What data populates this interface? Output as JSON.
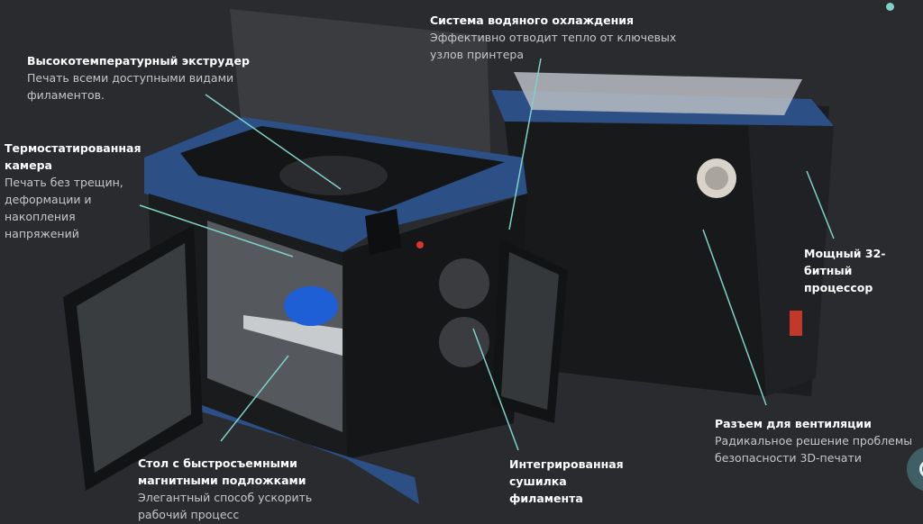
{
  "callouts": [
    {
      "title": "Высокотемпературный экструдер",
      "desc": [
        "Печать всеми доступными видами",
        "филаментов."
      ]
    },
    {
      "title": "Термостатированная",
      "title2": "камера",
      "desc": [
        "Печать без трещин,",
        "деформации и",
        "накопления",
        "напряжений"
      ]
    },
    {
      "title": "Система водяного охлаждения",
      "desc": [
        "Эффективно отводит тепло от ключевых",
        "узлов принтера"
      ]
    },
    {
      "title": "Мощный 32-",
      "title2": "битный процессор"
    },
    {
      "title": "Разъем для вентиляции",
      "desc": [
        "Радикальное решение проблемы",
        "безопасности 3D-печати"
      ]
    },
    {
      "title": "Стол с быстросъемными",
      "title2": "магнитными подложками",
      "desc": [
        "Элегантный способ ускорить",
        "рабочий процесс"
      ]
    },
    {
      "title": "Интегрированная",
      "title2": "сушилка",
      "title3": "филамента"
    }
  ],
  "colors": {
    "background": "#2a2b2f",
    "accent": "#7fd1c8",
    "printer_blue": "#2c4f86"
  }
}
